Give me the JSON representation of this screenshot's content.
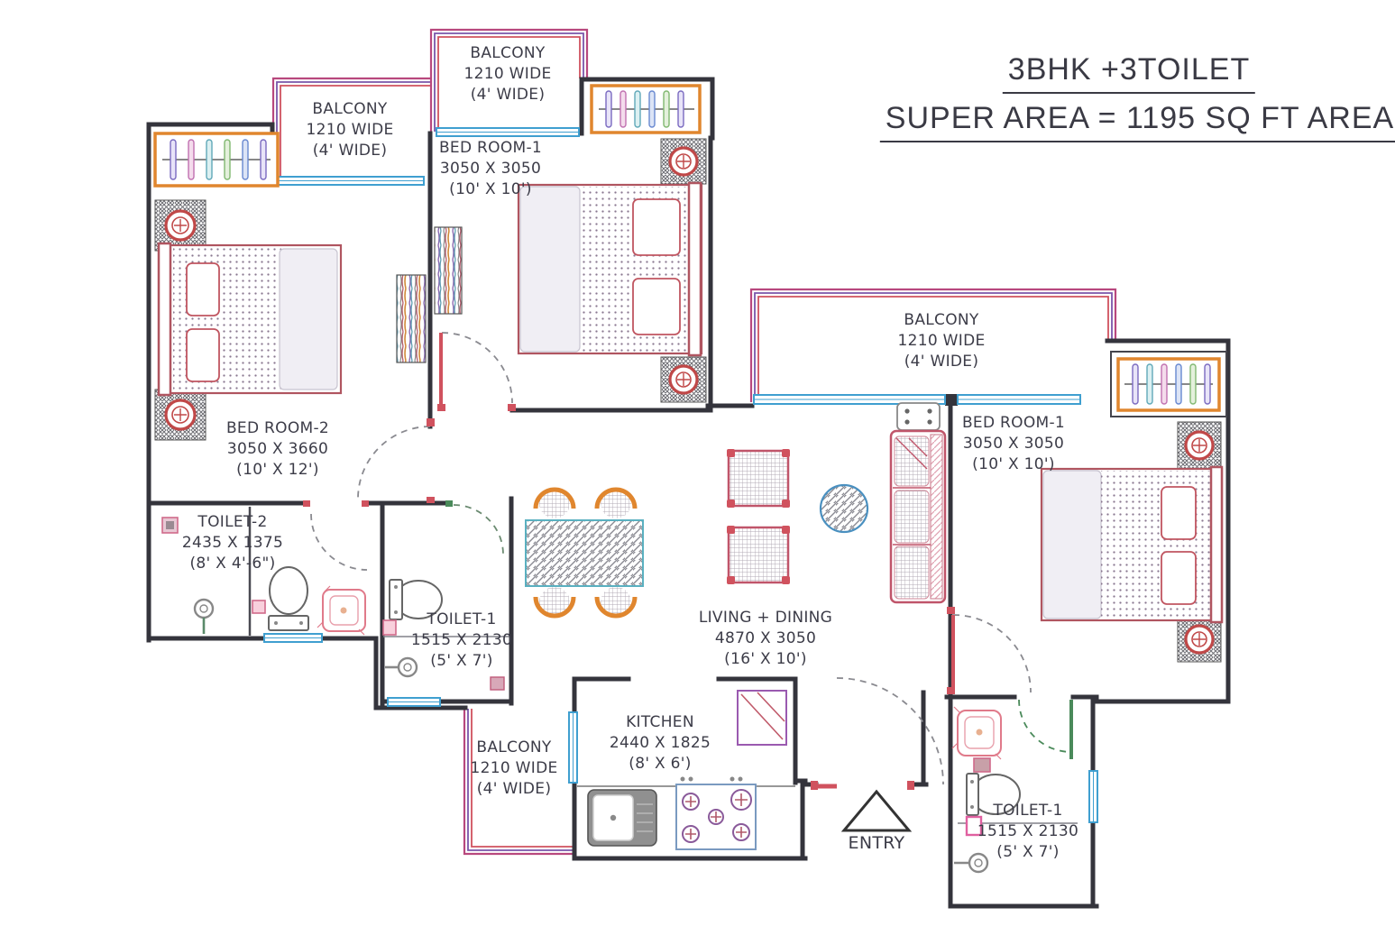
{
  "title": {
    "line1": "3BHK +3TOILET",
    "line2": "SUPER AREA = 1195 SQ FT AREA"
  },
  "rooms": {
    "bedroom2": {
      "name": "BED ROOM-2",
      "dims_mm": "3050 X 3660",
      "dims_ft": "(10' X 12')"
    },
    "bedroom1_top": {
      "name": "BED ROOM-1",
      "dims_mm": "3050 X 3050",
      "dims_ft": "(10' X 10')"
    },
    "bedroom1_right": {
      "name": "BED ROOM-1",
      "dims_mm": "3050 X 3050",
      "dims_ft": "(10' X 10')"
    },
    "toilet2": {
      "name": "TOILET-2",
      "dims_mm": "2435 X 1375",
      "dims_ft": "(8' X 4'-6\")"
    },
    "toilet1_mid": {
      "name": "TOILET-1",
      "dims_mm": "1515 X 2130",
      "dims_ft": "(5' X 7')"
    },
    "toilet1_right": {
      "name": "TOILET-1",
      "dims_mm": "1515 X 2130",
      "dims_ft": "(5' X 7')"
    },
    "living_dining": {
      "name": "LIVING + DINING",
      "dims_mm": "4870 X 3050",
      "dims_ft": "(16' X 10')"
    },
    "kitchen": {
      "name": "KITCHEN",
      "dims_mm": "2440 X 1825",
      "dims_ft": "(8' X 6')"
    }
  },
  "balconies": {
    "top_left": {
      "name": "BALCONY",
      "width_mm": "1210 WIDE",
      "width_ft": "(4' WIDE)"
    },
    "top_mid": {
      "name": "BALCONY",
      "width_mm": "1210 WIDE",
      "width_ft": "(4' WIDE)"
    },
    "right": {
      "name": "BALCONY",
      "width_mm": "1210 WIDE",
      "width_ft": "(4' WIDE)"
    },
    "bottom": {
      "name": "BALCONY",
      "width_mm": "1210 WIDE",
      "width_ft": "(4' WIDE)"
    }
  },
  "entry": {
    "label": "ENTRY"
  },
  "colors": {
    "wall": "#34343c",
    "railing_magenta": "#b8487e",
    "railing_purple": "#7a55aa",
    "railing_red": "#d0525e",
    "window_blue": "#3f9fd0",
    "furniture_red": "#c0556a",
    "wardrobe_orange": "#e0862e",
    "door_green": "#4a8a5a",
    "text": "#3c3c48"
  }
}
